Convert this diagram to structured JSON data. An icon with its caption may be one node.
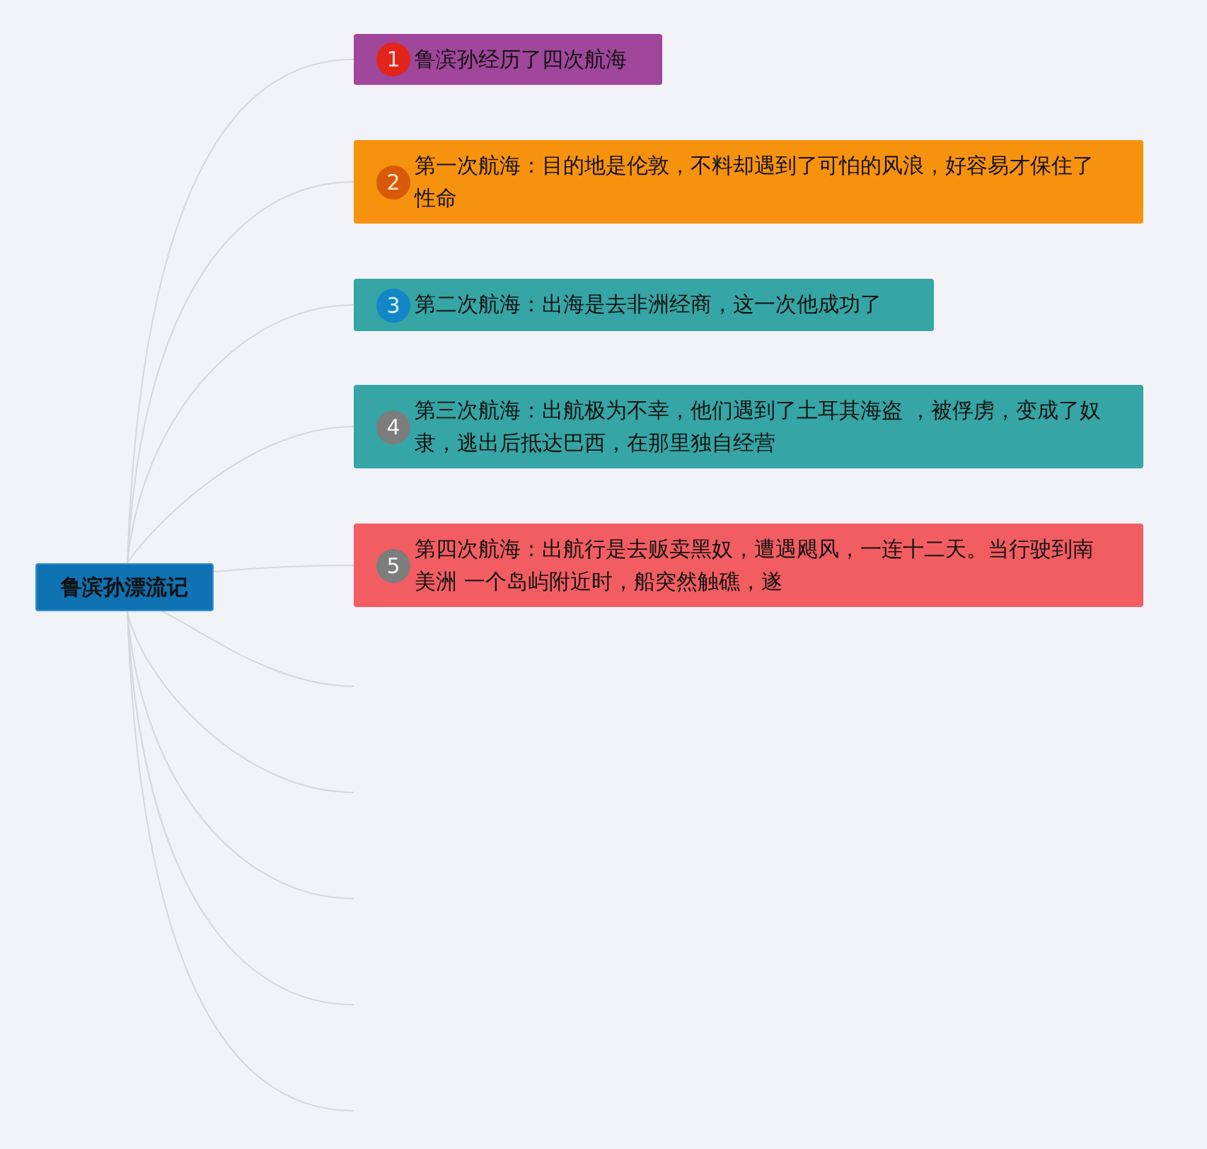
{
  "diagram": {
    "nodes": [
      {
        "text": [
          "鲁滨孙漂流记"
        ]
      },
      {
        "text": [
          "1",
          "鲁滨孙经历了四次航海"
        ]
      },
      {
        "text": [
          "2",
          "第一次航海：目的地是伦敦，不料却遇到了可怕的风浪，好容易才保住了性命"
        ]
      },
      {
        "text": [
          "3",
          "第二次航海：出海是去非洲经商，这一次他成功了"
        ]
      },
      {
        "text": [
          "4",
          "第三次航海：出航极为不幸，他们遇到了土耳其海盗 ，被俘虏，变成了奴隶，逃出后抵达巴西，在那里独自经营"
        ]
      },
      {
        "text": [
          "5",
          "第四次航海：出航行是去贩卖黑奴，遭遇飓风，一连十二天。当行驶到南美洲 一个岛屿附近时，船突然触礁，遂"
        ]
      }
    ],
    "edges": [
      {
        "from": 0,
        "to": 1,
        "arrow": "none"
      },
      {
        "from": 0,
        "to": 2,
        "arrow": "none"
      },
      {
        "from": 0,
        "to": 3,
        "arrow": "none"
      },
      {
        "from": 0,
        "to": 4,
        "arrow": "none"
      },
      {
        "from": 0,
        "to": 5,
        "arrow": "none"
      },
      {
        "from": 0,
        "to": null,
        "arrow": "none"
      },
      {
        "from": 0,
        "to": null,
        "arrow": "none"
      },
      {
        "from": 0,
        "to": null,
        "arrow": "none"
      },
      {
        "from": 0,
        "to": null,
        "arrow": "none"
      },
      {
        "from": 0,
        "to": null,
        "arrow": "none"
      }
    ]
  }
}
